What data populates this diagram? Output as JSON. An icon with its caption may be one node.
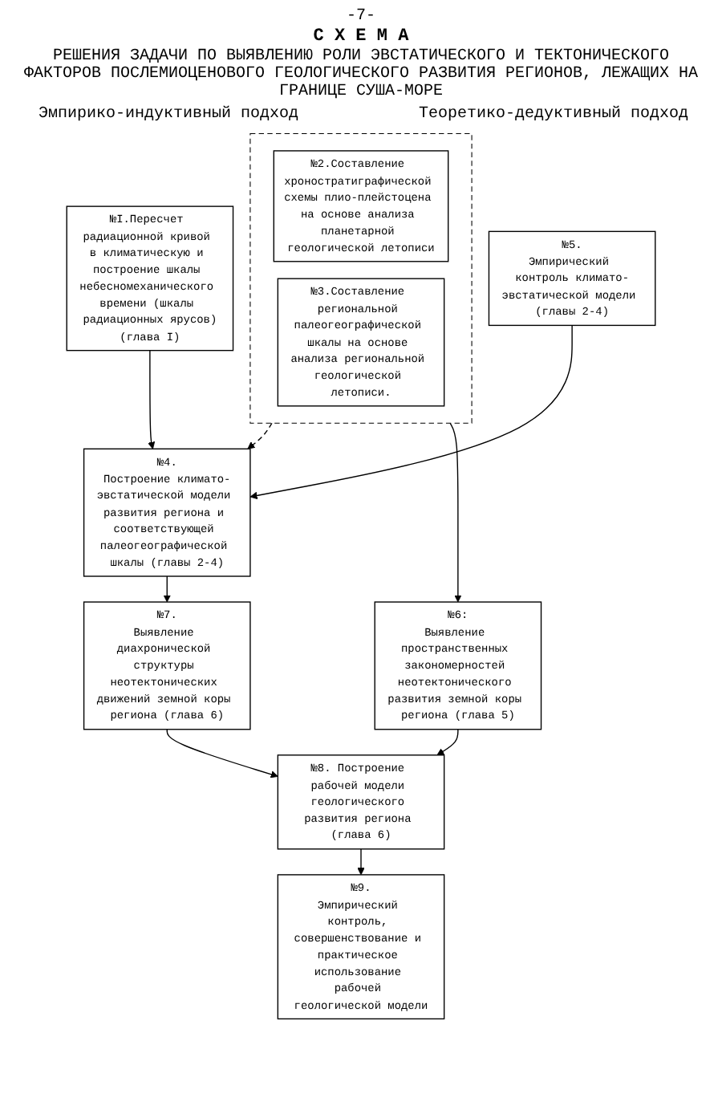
{
  "diagram": {
    "title": "С Х Е М А",
    "nodes": [
      {
        "text": [
          "№I.Пересчет радиационной кривой в климатическую и построение шкалы небесномеханического времени (шкалы радиационных ярусов)(глава I)"
        ]
      },
      {
        "text": [],
        "shape": "box"
      },
      {
        "text": [
          "№2.Составление хроностратиграфической схемы плио-плейстоцена на основе анализа планетарной геологической летописи"
        ],
        "in": 1
      },
      {
        "text": [
          "№3.Составление региональной палеогеографической шкалы на основе анализа региональной геологической летописи."
        ],
        "in": 1
      },
      {
        "text": [
          "№4.",
          "Построение климато-эвстатической модели развития региона и соответствующей палеогеографической шкалы (главы 2-4)"
        ]
      },
      {
        "text": [
          "№5.",
          "Эмпирический контроль климато-эвстатической модели (главы 2-4)"
        ]
      },
      {
        "text": [
          "№6:",
          "Выявление пространственных закономерностей неотектонического развития земной коры региона (глава 5)"
        ]
      },
      {
        "text": [
          "№7.",
          "Выявление диахронической структуры неотектонических движений земной коры региона (глава 6)"
        ]
      },
      {
        "text": [
          "№8. Построение рабочей модели геологического развития региона (глава 6)"
        ]
      },
      {
        "text": [
          "№9.",
          "Эмпирический контроль, совершенствование и практическое использование рабочей геологической модели"
        ]
      }
    ],
    "edges": [
      {
        "from": 0,
        "to": 4,
        "arrow": "to"
      },
      {
        "from": 1,
        "to": 4,
        "arrow": "to",
        "style": "dashed"
      },
      {
        "from": 5,
        "to": 4,
        "arrow": "to"
      },
      {
        "from": 1,
        "to": 6,
        "arrow": "to"
      },
      {
        "from": 4,
        "to": 7,
        "arrow": "to"
      },
      {
        "from": 6,
        "to": 8,
        "arrow": "to"
      },
      {
        "from": 7,
        "to": 8,
        "arrow": "to"
      },
      {
        "from": 8,
        "to": 9,
        "arrow": "to"
      }
    ],
    "labels": [
      "-7-",
      "РЕШЕНИЯ ЗАДАЧИ ПО ВЫЯВЛЕНИЮ РОЛИ ЭВСТАТИЧЕСКОГО И ТЕКТОНИЧЕСКОГО ФАКТОРОВ ПОСЛЕМИОЦЕНОВОГО ГЕОЛОГИЧЕСКОГО РАЗВИТИЯ РЕГИОНОВ, ЛЕЖАЩИХ НА ГРАНИЦЕ СУША-МОРЕ",
      "Эмпирико-индуктивный подход",
      "Теоретико-дедуктивный подход"
    ]
  }
}
